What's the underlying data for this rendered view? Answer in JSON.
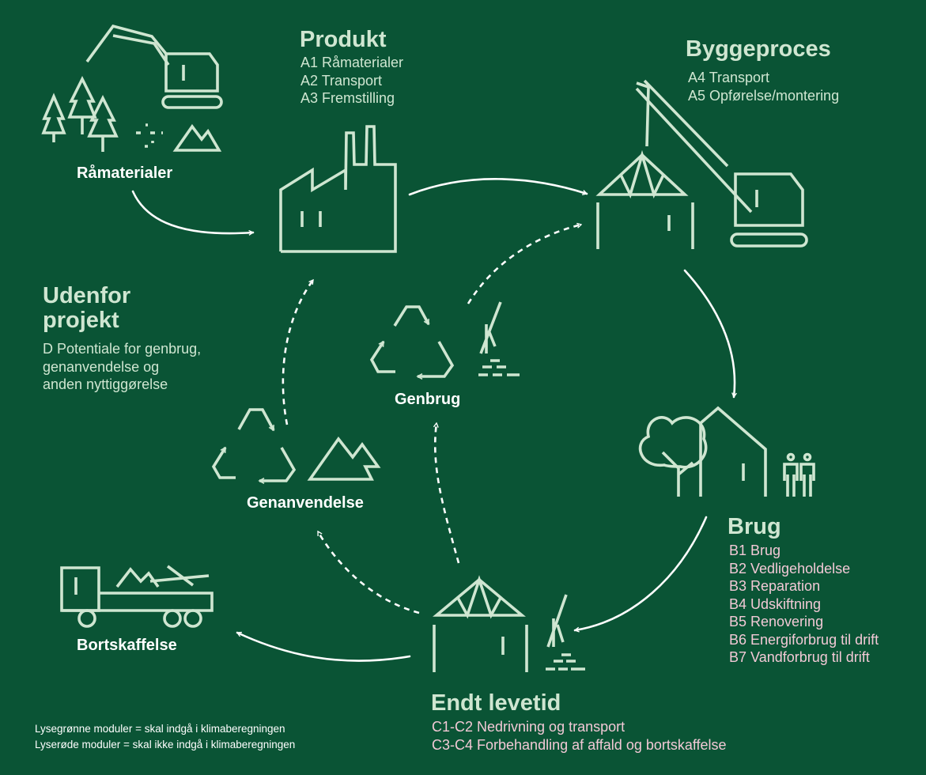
{
  "produkt": {
    "title": "Produkt",
    "items": [
      "A1 Råmaterialer",
      "A2 Transport",
      "A3 Fremstilling"
    ]
  },
  "byggeproces": {
    "title": "Byggeproces",
    "items": [
      "A4 Transport",
      "A5 Opførelse/montering"
    ]
  },
  "udenfor": {
    "title_line1": "Udenfor",
    "title_line2": "projekt",
    "items": [
      "D Potentiale for genbrug,",
      "genanvendelse og",
      "anden nyttiggørelse"
    ]
  },
  "brug": {
    "title": "Brug",
    "items": [
      "B1 Brug",
      "B2 Vedligeholdelse",
      "B3 Reparation",
      "B4 Udskiftning",
      "B5 Renovering",
      "B6 Energiforbrug til drift",
      "B7 Vandforbrug til drift"
    ]
  },
  "endt": {
    "title": "Endt levetid",
    "items": [
      "C1-C2 Nedrivning og transport",
      "C3-C4 Forbehandling af affald og bortskaffelse"
    ]
  },
  "labels": {
    "ramaterialer": "Råmaterialer",
    "genbrug": "Genbrug",
    "genanvendelse": "Genanvendelse",
    "bortskaffelse": "Bortskaffelse"
  },
  "legend": [
    "Lysegrønne moduler = skal indgå i klimaberegningen",
    "Lyserøde moduler = skal ikke indgå i klimaberegningen"
  ],
  "colors": {
    "background": "#0a5435",
    "light_green": "#cfe6d1",
    "light_pink": "#f2c9d6",
    "white": "#ffffff"
  },
  "icons": [
    "excavator-icon",
    "tree-icon",
    "mountain-icon",
    "factory-icon",
    "crane-icon",
    "roof-truss-icon",
    "house-icon",
    "people-icon",
    "recycle-icon",
    "bricks-icon",
    "truck-icon",
    "arrow-icon"
  ]
}
